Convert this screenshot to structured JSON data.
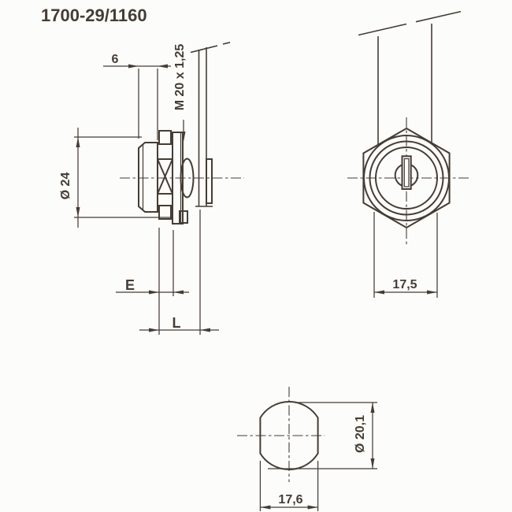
{
  "title": "1700-29/1160",
  "colors": {
    "ink": "#453d35",
    "background": "#fcfcfa"
  },
  "views": {
    "side": {
      "label": "side view of cam lock",
      "dims": {
        "head_depth": "6",
        "thread": "M 20 x 1,25",
        "head_diameter": "Ø 24",
        "grip_e": "E",
        "length_l": "L"
      }
    },
    "front": {
      "label": "front view with hex nut",
      "dims": {
        "across_flats": "17,5"
      }
    },
    "cutout": {
      "label": "mounting hole profile",
      "dims": {
        "across_flats": "17,6",
        "diameter": "Ø 20,1"
      }
    }
  }
}
